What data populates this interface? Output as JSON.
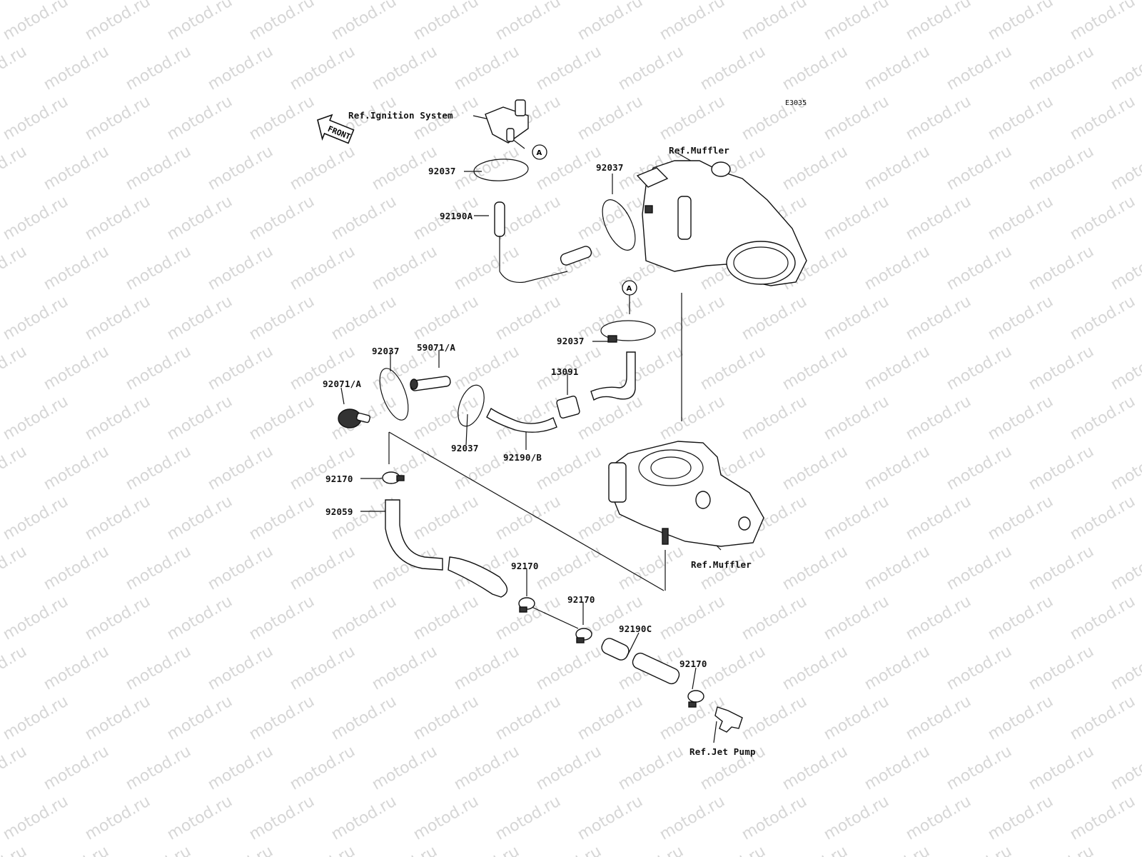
{
  "watermark": "motod.ru",
  "diagram_code": "E3035",
  "front_label": "FRONT",
  "marker_label": "A",
  "labels": {
    "ref_ignition": "Ref.Ignition System",
    "ref_muffler_top": "Ref.Muffler",
    "ref_muffler_bottom": "Ref.Muffler",
    "ref_jet_pump": "Ref.Jet Pump",
    "p92037_a": "92037",
    "p92190A": "92190A",
    "p92037_b": "92037",
    "p92037_c": "92037",
    "p92037_d": "92037",
    "p59071A": "59071/A",
    "p92071A": "92071/A",
    "p13091": "13091",
    "p92037_e": "92037",
    "p92190B": "92190/B",
    "p92170_a": "92170",
    "p92059": "92059",
    "p92170_b": "92170",
    "p92170_c": "92170",
    "p92190C": "92190C",
    "p92170_d": "92170"
  }
}
